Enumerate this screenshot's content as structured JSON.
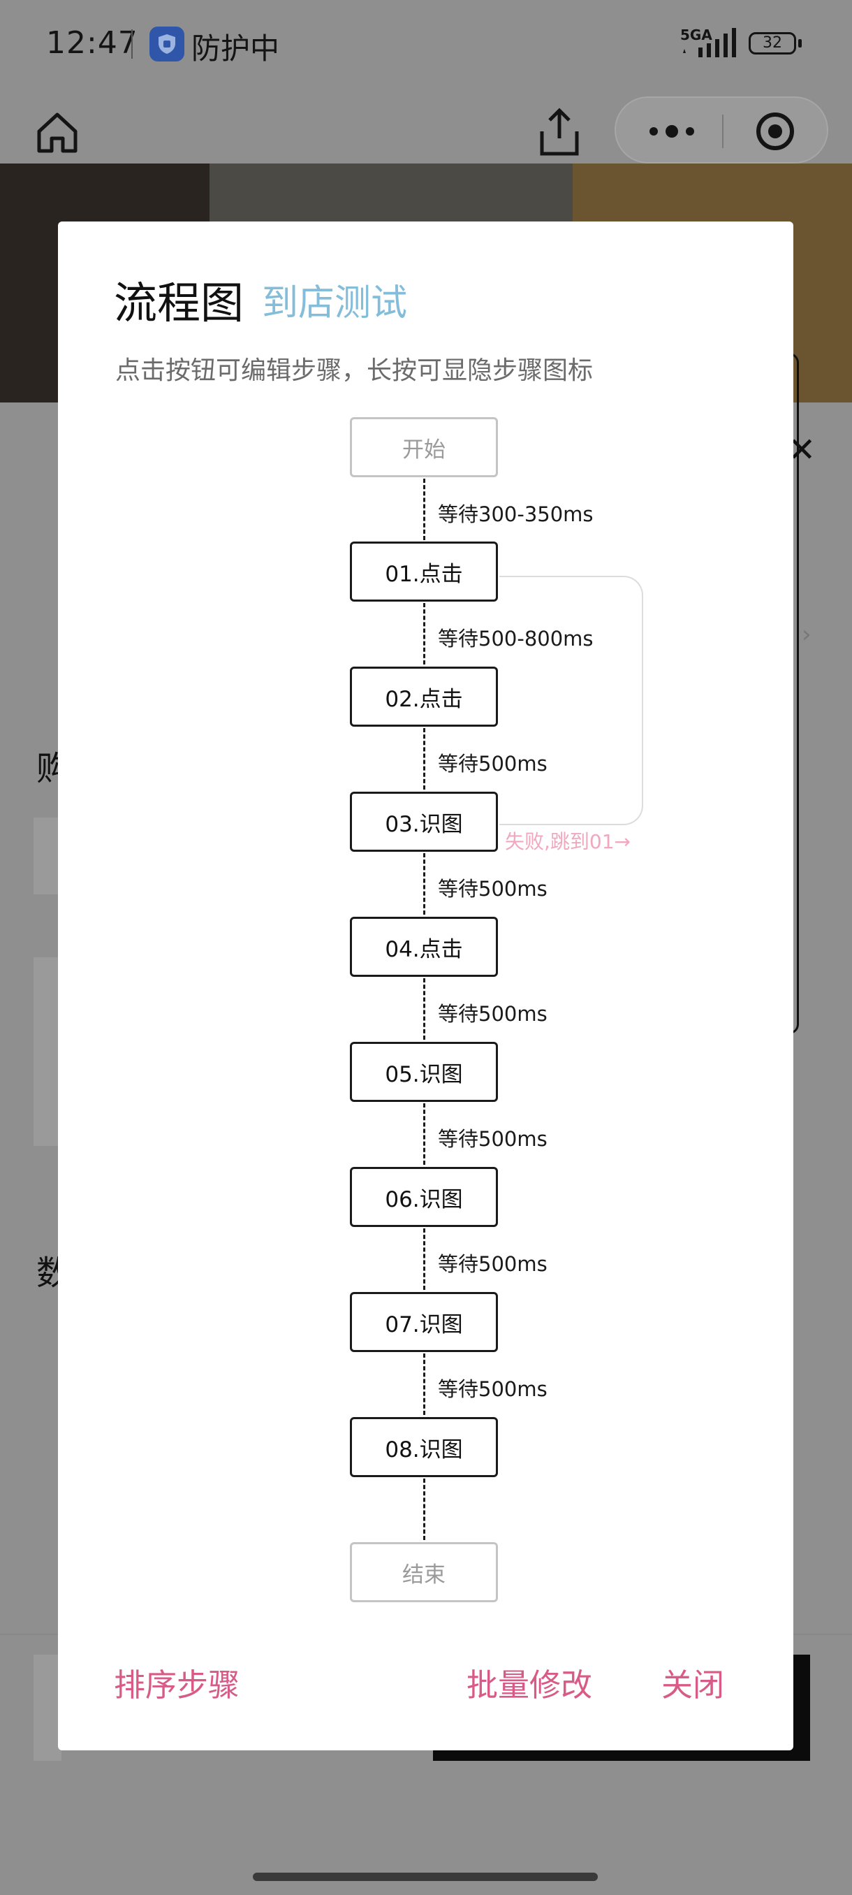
{
  "status_bar": {
    "time": "12:47",
    "protection": "防护中",
    "network": "5GA",
    "battery": "32"
  },
  "icons": {
    "home": "home-icon",
    "share": "share-icon",
    "more": "more-dots-icon",
    "target": "target-icon",
    "shield": "shield-icon"
  },
  "background_page": {
    "glyph_1": "购",
    "glyph_2": "数"
  },
  "flowchart": {
    "title": "流程图",
    "subtitle": "到店测试",
    "hint": "点击按钮可编辑步骤，长按可显隐步骤图标",
    "start": "开始",
    "end": "结束",
    "steps": [
      {
        "label": "01.点击",
        "wait_before": "等待300-350ms"
      },
      {
        "label": "02.点击",
        "wait_before": "等待500-800ms"
      },
      {
        "label": "03.识图",
        "wait_before": "等待500ms"
      },
      {
        "label": "04.点击",
        "wait_before": "等待500ms"
      },
      {
        "label": "05.识图",
        "wait_before": "等待500ms"
      },
      {
        "label": "06.识图",
        "wait_before": "等待500ms"
      },
      {
        "label": "07.识图",
        "wait_before": "等待500ms"
      },
      {
        "label": "08.识图",
        "wait_before": "等待500ms"
      }
    ],
    "fail_jump": "失败,跳到01→",
    "buttons": {
      "sort": "排序步骤",
      "batch_edit": "批量修改",
      "close": "关闭"
    }
  },
  "colors": {
    "accent": "#d75b86",
    "subtitle": "#84bdd9",
    "fail": "#f0a8bf",
    "overlay": "#8f8f8f"
  }
}
